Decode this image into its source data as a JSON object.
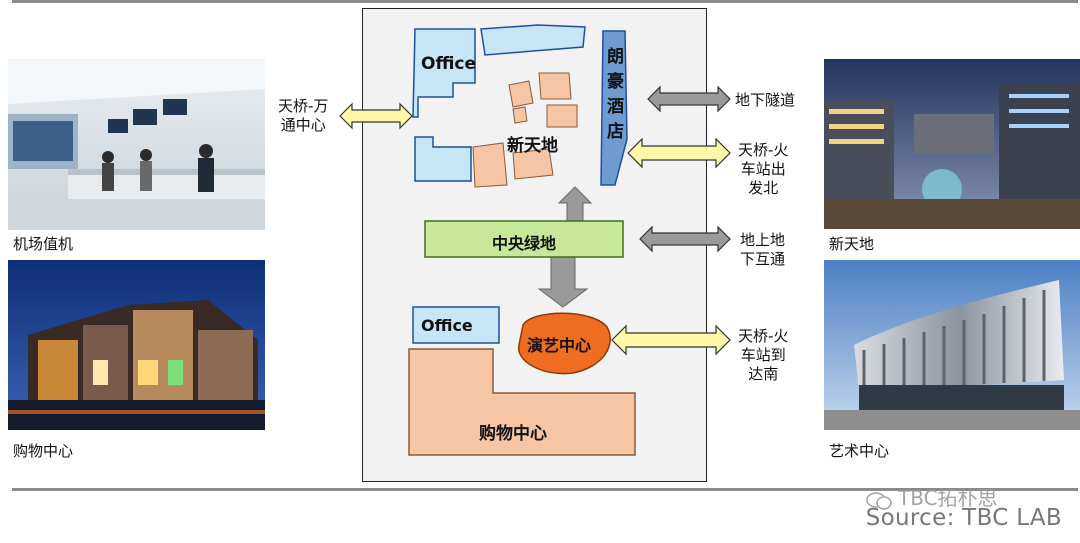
{
  "photos": {
    "airport": {
      "caption": "机场值机"
    },
    "mall": {
      "caption": "购物中心"
    },
    "xintiandi": {
      "caption": "新天地"
    },
    "art": {
      "caption": "艺术中心"
    }
  },
  "connections": {
    "left": {
      "label": "天桥-万\n通中心",
      "color": "#fff7a8"
    },
    "tunnel": {
      "label": "地下隧道",
      "color": "#9a9a9a"
    },
    "north_bridge": {
      "label": "天桥-火\n车站出\n发北",
      "color": "#fff7a8"
    },
    "ground": {
      "label": "地上地\n下互通",
      "color": "#9a9a9a"
    },
    "south_bridge": {
      "label": "天桥-火\n车站到\n达南",
      "color": "#fff7a8"
    }
  },
  "map": {
    "office_top": "Office",
    "xintiandi": "新天地",
    "hotel": "朗\n豪\n酒\n店",
    "central_green": "中央绿地",
    "office_bottom": "Office",
    "arts_center": "演艺中心",
    "shopping": "购物中心"
  },
  "colors": {
    "office": "#c6e6f7",
    "retail": "#f6c5a4",
    "green": "#c7e89a",
    "hotel": "#6e9bd0",
    "arts": "#ee6d21",
    "gray_arrow": "#9a9a9a",
    "yellow_arrow": "#fff7a8"
  },
  "watermark": "TBC拓朴思",
  "source": "Source: TBC LAB"
}
